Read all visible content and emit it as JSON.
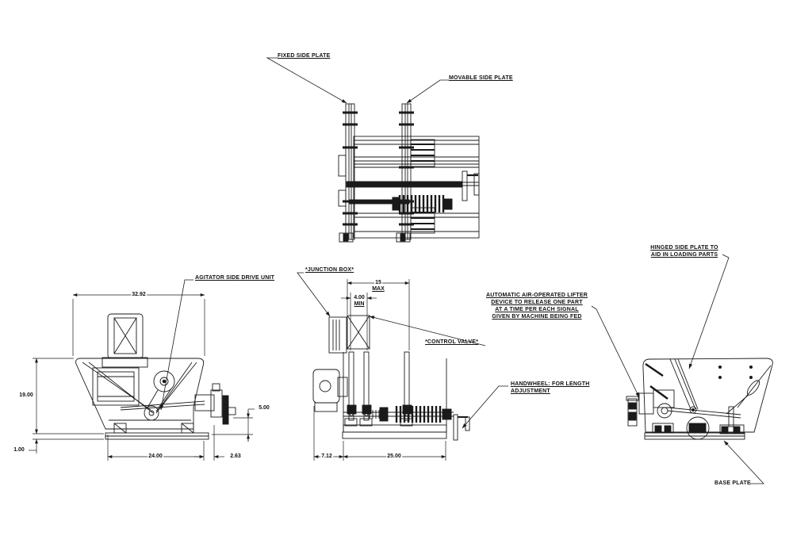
{
  "page": {
    "background": "#ffffff",
    "ink": "#1a1a1a"
  },
  "callouts": {
    "fixed_side_plate": "FIXED SIDE PLATE",
    "movable_side_plate": "MOVABLE SIDE PLATE",
    "agitator_side_drive_unit": "AGITATOR SIDE DRIVE UNIT",
    "junction_box": "*JUNCTION BOX*",
    "control_valve": "*CONTROL VALVE*",
    "lifter_note": {
      "line1": "AUTOMATIC AIR-OPERATED LIFTER",
      "line2": "DEVICE TO RELEASE ONE PART",
      "line3": "AT A TIME PER EACH SIGNAL",
      "line4": "GIVEN BY MACHINE BEING FED"
    },
    "handwheel_note": {
      "line1": "HANDWHEEL: FOR LENGTH",
      "line2": "ADJUSTMENT"
    },
    "hinged_note": {
      "line1": "HINGED SIDE PLATE TO",
      "line2": "AID IN LOADING PARTS"
    },
    "base_plate": "BASE PLATE"
  },
  "dimensions": {
    "overall_width": "32.92",
    "overall_height": "19.00",
    "base_plate_thickness": "1.00",
    "base_width": "24.00",
    "end_overhang": "2.63",
    "discharge_height": "5.00",
    "opening_max": "15",
    "opening_max_qualifier": "MAX",
    "opening_min": "4.00",
    "opening_min_qualifier": "MIN",
    "side_offset": "7.12",
    "side_base_width": "25.00"
  }
}
